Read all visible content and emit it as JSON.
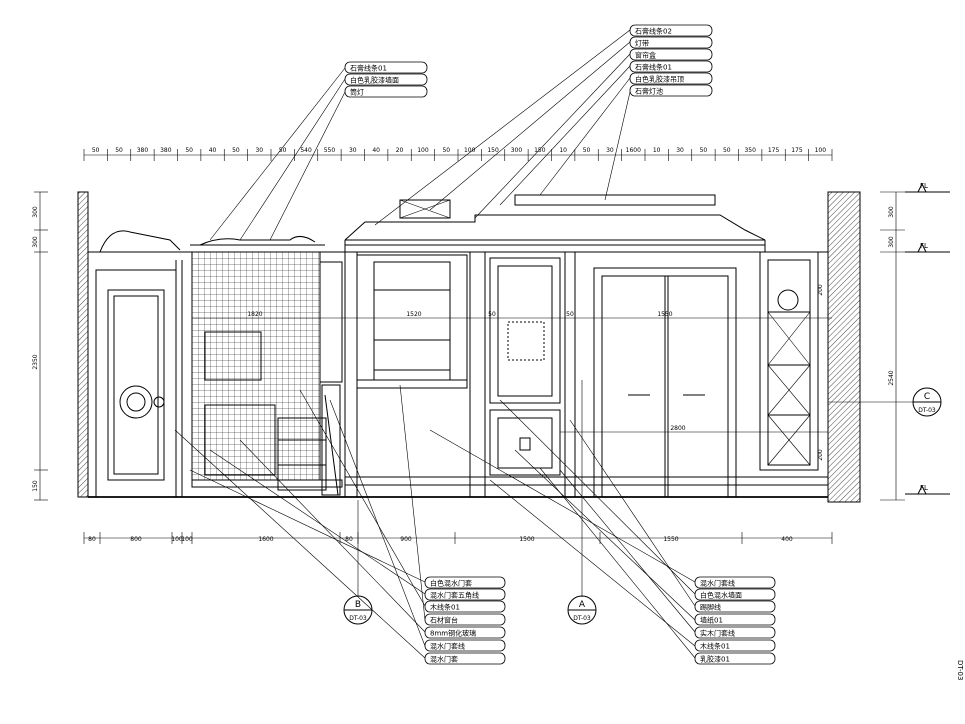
{
  "top_labels": {
    "group_left": [
      "石膏线条01",
      "白色乳胶漆墙面",
      "筒灯"
    ],
    "group_right": [
      "石膏线条02",
      "灯带",
      "窗帘盒",
      "石膏线条01",
      "白色乳胶漆吊顶",
      "石膏灯池"
    ]
  },
  "bottom_labels": {
    "group_left": [
      "白色混水门套",
      "混水门套五角线",
      "木线条01",
      "石材窗台",
      "8mm钢化玻璃",
      "混水门套线",
      "混水门套"
    ],
    "group_right": [
      "混水门套线",
      "白色混水墙面",
      "踢脚线",
      "墙纸01",
      "实木门套线",
      "木线条01",
      "乳胶漆01"
    ]
  },
  "markers": [
    {
      "letter": "B",
      "code": "DT-03"
    },
    {
      "letter": "A",
      "code": "DT-03"
    },
    {
      "letter": "C",
      "code": "DT-03"
    }
  ],
  "top_dimensions": [
    "50",
    "50",
    "380",
    "380",
    "50",
    "40",
    "50",
    "30",
    "50",
    "540",
    "550",
    "30",
    "40",
    "20",
    "100",
    "50",
    "100",
    "150",
    "300",
    "150",
    "10",
    "50",
    "30",
    "1600",
    "10",
    "30",
    "50",
    "50",
    "350",
    "175",
    "175",
    "100"
  ],
  "bottom_dimensions": [
    "80",
    "800",
    "100",
    "100",
    "1600",
    "80",
    "900",
    "1500",
    "1550",
    "400"
  ],
  "left_dimensions": [
    "300",
    "300",
    "2350",
    "150"
  ],
  "right_dimensions": [
    "300",
    "300",
    "2540"
  ],
  "interior_dimensions": [
    "1820",
    "1520",
    "50",
    "50",
    "1550",
    "2800",
    "200",
    "200"
  ],
  "level_marks": [
    "FL",
    "FL",
    "FL"
  ],
  "side_note": "DT-03"
}
